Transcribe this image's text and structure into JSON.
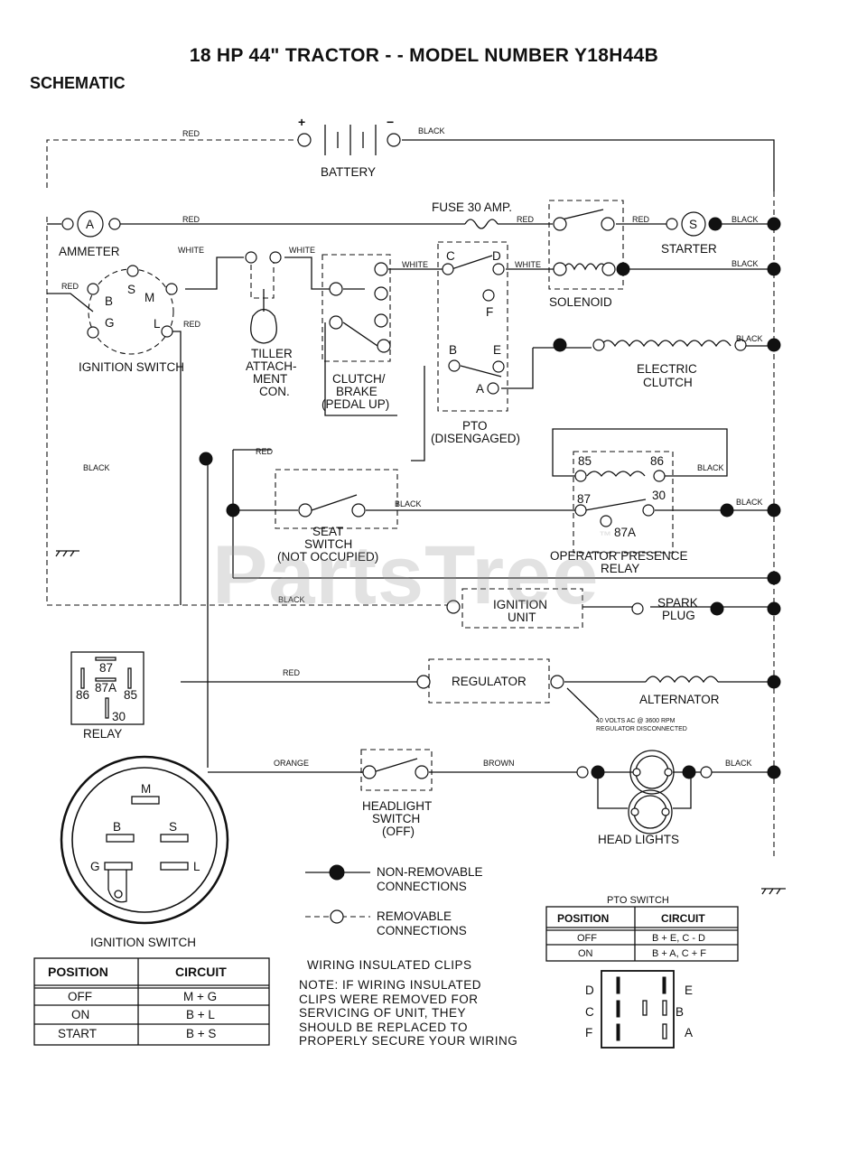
{
  "title": "18 HP 44\" TRACTOR - - MODEL NUMBER Y18H44B",
  "subtitle": "SCHEMATIC",
  "watermark": "PartsTree",
  "colors": {
    "ink": "#111111",
    "watermark": "#969696"
  },
  "components": {
    "battery": "BATTERY",
    "battery_plus": "+",
    "battery_minus": "−",
    "ammeter": "AMMETER",
    "ammeter_symbol": "A",
    "fuse": "FUSE 30 AMP.",
    "starter": "STARTER",
    "starter_symbol": "S",
    "solenoid": "SOLENOID",
    "ignition_switch": "IGNITION SWITCH",
    "tiller": [
      "TILLER",
      "ATTACH-",
      "MENT",
      "CON."
    ],
    "clutch_brake": [
      "CLUTCH/",
      "BRAKE",
      "(PEDAL UP)"
    ],
    "pto": [
      "PTO",
      "(DISENGAGED)"
    ],
    "electric_clutch": [
      "ELECTRIC",
      "CLUTCH"
    ],
    "seat_switch": [
      "SEAT",
      "SWITCH",
      "(NOT OCCUPIED)"
    ],
    "operator_relay": [
      "OPERATOR PRESENCE",
      "RELAY"
    ],
    "ignition_unit": [
      "IGNITION",
      "UNIT"
    ],
    "spark_plug": [
      "SPARK",
      "PLUG"
    ],
    "regulator": "REGULATOR",
    "alternator": "ALTERNATOR",
    "regulator_note": [
      "40 VOLTS AC @ 3600 RPM",
      "REGULATOR DISCONNECTED"
    ],
    "headlight_switch": [
      "HEADLIGHT",
      "SWITCH",
      "(OFF)"
    ],
    "head_lights": "HEAD LIGHTS",
    "relay_diagram": "RELAY"
  },
  "wire_colors": {
    "red": "RED",
    "black": "BLACK",
    "white": "WHITE",
    "orange": "ORANGE",
    "brown": "BROWN"
  },
  "terminals": {
    "ignition": [
      "B",
      "S",
      "M",
      "G",
      "L"
    ],
    "pto": [
      "C",
      "D",
      "F",
      "B",
      "E",
      "A"
    ],
    "relay": [
      "85",
      "86",
      "87",
      "30",
      "87A"
    ]
  },
  "legend": {
    "non_removable": [
      "NON-REMOVABLE",
      "CONNECTIONS"
    ],
    "removable": [
      "REMOVABLE",
      "CONNECTIONS"
    ]
  },
  "ignition_detail": {
    "caption": "IGNITION SWITCH",
    "terminals": [
      "M",
      "B",
      "S",
      "G",
      "L"
    ]
  },
  "ignition_table": {
    "headers": [
      "POSITION",
      "CIRCUIT"
    ],
    "rows": [
      [
        "OFF",
        "M + G"
      ],
      [
        "ON",
        "B + L"
      ],
      [
        "START",
        "B + S"
      ]
    ]
  },
  "pto_table": {
    "caption": "PTO SWITCH",
    "headers": [
      "POSITION",
      "CIRCUIT"
    ],
    "rows": [
      [
        "OFF",
        "B + E, C - D"
      ],
      [
        "ON",
        "B + A, C + F"
      ]
    ]
  },
  "pto_switch_labels": [
    "D",
    "E",
    "C",
    "B",
    "F",
    "A"
  ],
  "clips_note": {
    "heading": "WIRING INSULATED CLIPS",
    "lines": [
      "NOTE: IF WIRING INSULATED",
      "CLIPS WERE REMOVED FOR",
      "SERVICING OF UNIT, THEY",
      "SHOULD BE REPLACED TO",
      "PROPERLY SECURE YOUR WIRING"
    ]
  }
}
